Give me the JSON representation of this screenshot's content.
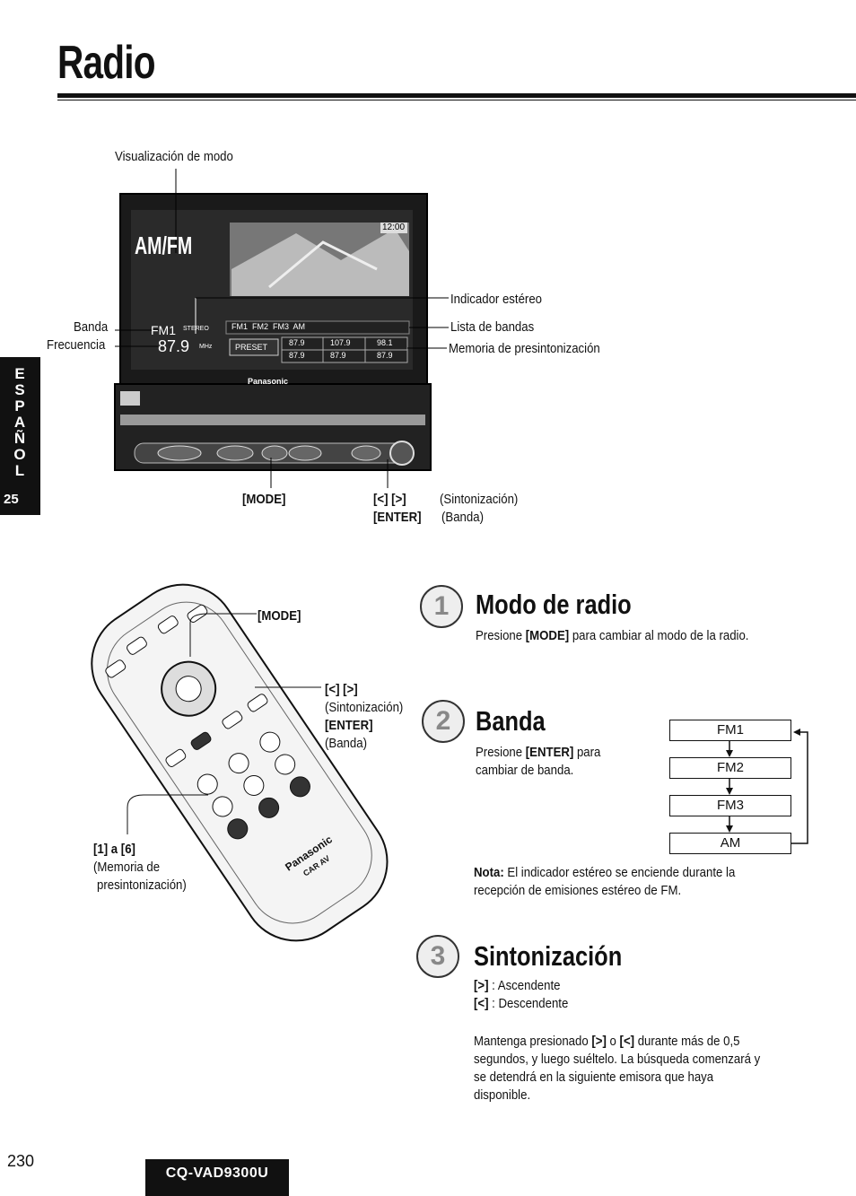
{
  "title": "Radio",
  "side_tab": {
    "letters": "E\nS\nP\nA\nÑ\nO\nL",
    "page": "25"
  },
  "device_figure": {
    "label_mode_display": "Visualización de modo",
    "screen_mode_text": "AM/FM",
    "screen_time": "12:00",
    "screen_band": "FM1",
    "screen_freq": "87.9",
    "screen_unit": "MHz",
    "screen_stereo": "STEREO",
    "screen_band_list": "FM1  FM2  FM3  AM",
    "screen_preset": "PRESET",
    "screen_presets": [
      "87.9",
      "107.9",
      "98.1",
      "87.9",
      "87.9",
      "87.9"
    ],
    "screen_brand": "Panasonic",
    "label_band": "Banda",
    "label_freq": "Frecuencia",
    "label_stereo": "Indicador estéreo",
    "label_band_list": "Lista de bandas",
    "label_preset_mem": "Memoria de presintonización",
    "label_mode_btn": "[MODE]",
    "label_tune": "[<] [>]",
    "label_tune_desc": "(Sintonización)",
    "label_enter": "[ENTER]",
    "label_enter_desc": "(Banda)"
  },
  "remote_figure": {
    "label_mode": "[MODE]",
    "label_tune": "[<] [>]",
    "label_tune_desc": "(Sintonización)",
    "label_enter": "[ENTER]",
    "label_enter_desc": "(Banda)",
    "label_presets": "[1] a [6]",
    "label_presets_desc1": "(Memoria de",
    "label_presets_desc2": "presintonización)",
    "brand": "Panasonic",
    "brand2": "CAR AV"
  },
  "sections": {
    "s1": {
      "num": "1",
      "title": "Modo de radio",
      "text_pre": "Presione ",
      "key": "[MODE]",
      "text_post": " para cambiar al modo de la radio."
    },
    "s2": {
      "num": "2",
      "title": "Banda",
      "text_pre": "Presione ",
      "key": "[ENTER]",
      "text_post": " para",
      "text_line2": "cambiar de banda.",
      "bands": [
        "FM1",
        "FM2",
        "FM3",
        "AM"
      ],
      "note_label": "Nota:",
      "note_text1": " El indicador estéreo se enciende durante la",
      "note_text2": "recepción de emisiones estéreo de FM."
    },
    "s3": {
      "num": "3",
      "title": "Sintonización",
      "up_key": "[>]",
      "up": " : Ascendente",
      "down_key": "[<]",
      "down": " : Descendente",
      "p1_pre": "Mantenga presionado ",
      "p1_k1": "[>]",
      "p1_mid": " o ",
      "p1_k2": "[<]",
      "p1_post": " durante más de 0,5",
      "p2": "segundos, y luego suéltelo. La búsqueda comenzará y",
      "p3": "se detendrá en la siguiente emisora que haya",
      "p4": "disponible."
    }
  },
  "footer": {
    "page": "230",
    "model": "CQ-VAD9300U"
  }
}
